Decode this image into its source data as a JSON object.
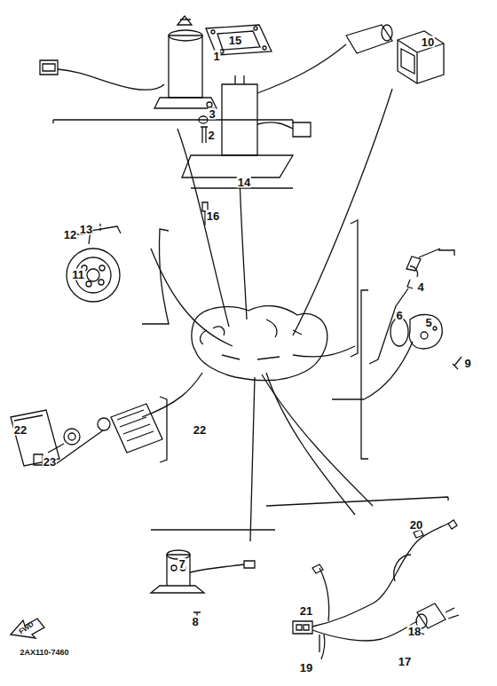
{
  "diagram": {
    "labels": [
      "1",
      "15",
      "10",
      "3",
      "2",
      "14",
      "16",
      "13",
      "12",
      "11",
      "4",
      "6",
      "5",
      "9",
      "22",
      "23",
      "22",
      "7",
      "20",
      "8",
      "21",
      "18",
      "19",
      "17",
      "FWD",
      "2AX110-7460"
    ]
  }
}
